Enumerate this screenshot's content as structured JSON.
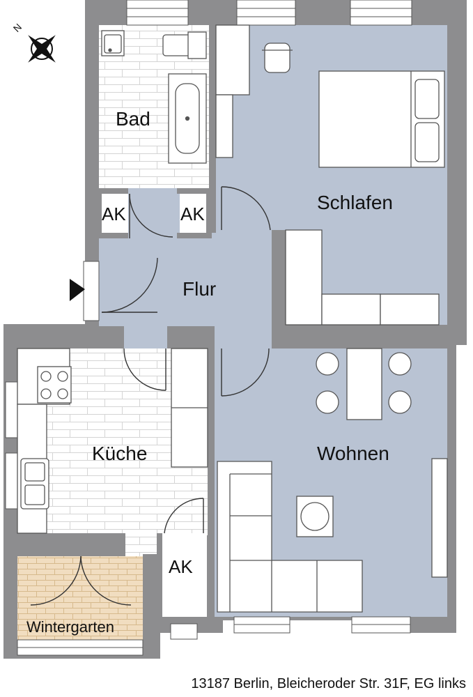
{
  "plan": {
    "rooms": [
      {
        "id": "bad",
        "label": "Bad"
      },
      {
        "id": "schlafen",
        "label": "Schlafen"
      },
      {
        "id": "flur",
        "label": "Flur"
      },
      {
        "id": "kueche",
        "label": "Küche"
      },
      {
        "id": "wohnen",
        "label": "Wohnen"
      },
      {
        "id": "wintergarten",
        "label": "Wintergarten"
      }
    ],
    "storage_label": "AK",
    "compass_letter": "N",
    "address": "13187 Berlin, Bleicheroder Str. 31F, EG links"
  },
  "colors": {
    "wall": "#8d8d8f",
    "blue_floor": "#b9c3d3",
    "tile_floor": "#ffffff",
    "wintergarten_floor": "#f1ddc0",
    "furniture_line": "#555555"
  }
}
